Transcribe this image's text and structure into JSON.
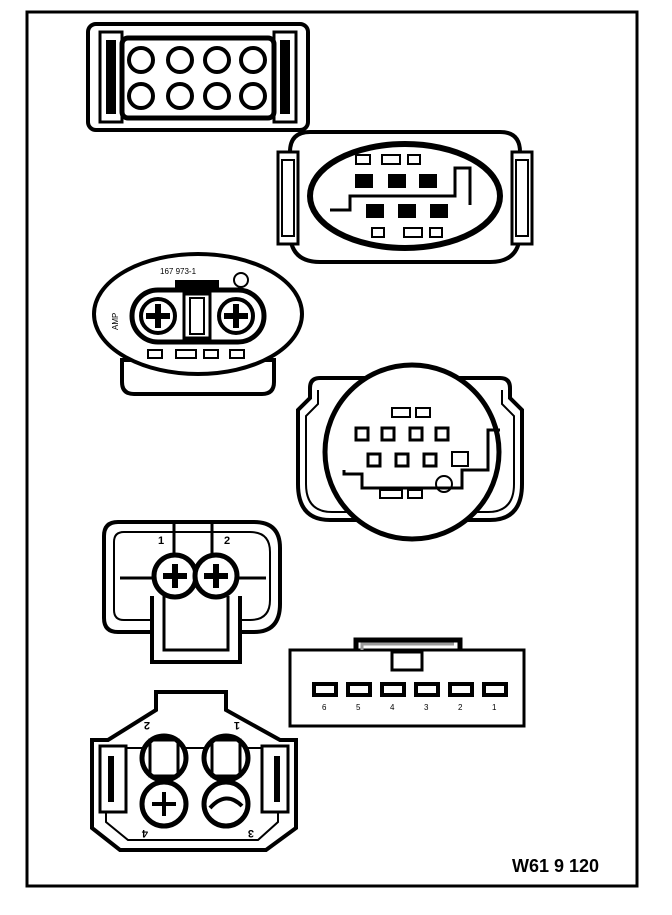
{
  "figure": {
    "reference_code": "W61 9 120",
    "colors": {
      "ink": "#000000",
      "paper": "#ffffff",
      "shade": "#9a9a9a"
    }
  },
  "connectors": {
    "c1": {
      "kind": "8-pin rectangular"
    },
    "c2": {
      "kind": "6-pin oval with housing"
    },
    "c3": {
      "kind": "2-pin oval",
      "part_text": "167 973-1",
      "side_text": "AMP"
    },
    "c4": {
      "kind": "7-pin round with housing"
    },
    "c5": {
      "kind": "2-pin with latch",
      "pin_labels": [
        "1",
        "2"
      ]
    },
    "c6": {
      "kind": "6-pin flat strip",
      "pin_labels": [
        "6",
        "5",
        "4",
        "3",
        "2",
        "1"
      ]
    },
    "c7": {
      "kind": "4-pin square",
      "pin_labels": [
        "2",
        "1",
        "4",
        "3"
      ]
    }
  }
}
